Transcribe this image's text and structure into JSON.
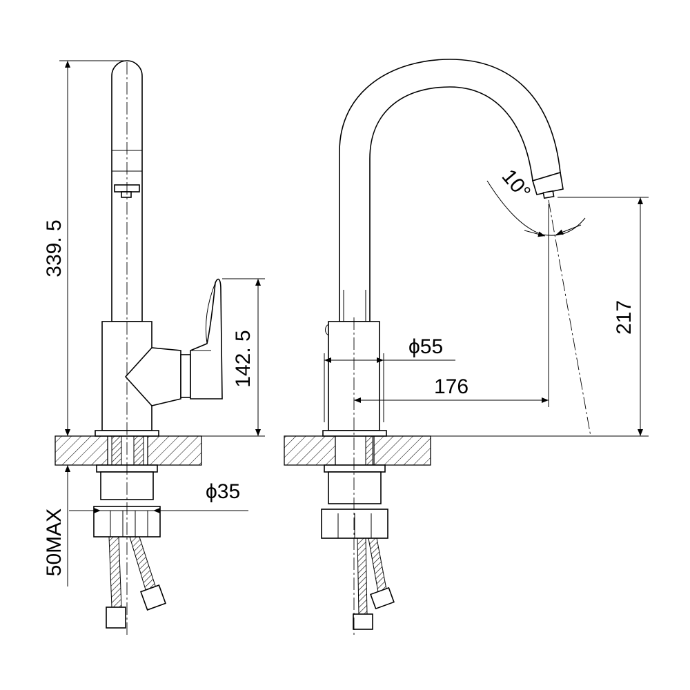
{
  "dimensions": {
    "overall_height": "339. 5",
    "handle_height": "142. 5",
    "base_diameter": "ϕ35",
    "body_diameter": "ϕ55",
    "spout_reach": "176",
    "spout_height": "217",
    "spout_angle": "10°",
    "mount_thickness": "50MAX"
  },
  "colors": {
    "line": "#000000",
    "background": "#ffffff"
  }
}
